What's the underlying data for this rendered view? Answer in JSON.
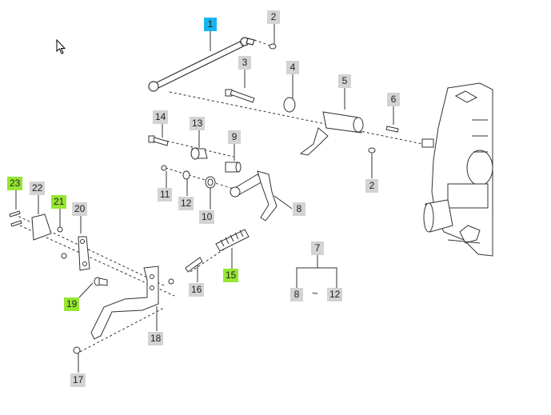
{
  "diagram": {
    "callouts": [
      {
        "id": "c1",
        "label": "1",
        "style": "blue"
      },
      {
        "id": "c2a",
        "label": "2",
        "style": "gray"
      },
      {
        "id": "c3",
        "label": "3",
        "style": "gray"
      },
      {
        "id": "c4",
        "label": "4",
        "style": "gray"
      },
      {
        "id": "c5",
        "label": "5",
        "style": "gray"
      },
      {
        "id": "c6",
        "label": "6",
        "style": "gray"
      },
      {
        "id": "c14",
        "label": "14",
        "style": "gray"
      },
      {
        "id": "c13",
        "label": "13",
        "style": "gray"
      },
      {
        "id": "c9",
        "label": "9",
        "style": "gray"
      },
      {
        "id": "c2b",
        "label": "2",
        "style": "gray"
      },
      {
        "id": "c11",
        "label": "11",
        "style": "gray"
      },
      {
        "id": "c12",
        "label": "12",
        "style": "gray"
      },
      {
        "id": "c10",
        "label": "10",
        "style": "gray"
      },
      {
        "id": "c8",
        "label": "8",
        "style": "gray"
      },
      {
        "id": "c23",
        "label": "23",
        "style": "green"
      },
      {
        "id": "c22",
        "label": "22",
        "style": "gray"
      },
      {
        "id": "c21",
        "label": "21",
        "style": "green"
      },
      {
        "id": "c20",
        "label": "20",
        "style": "gray"
      },
      {
        "id": "c15",
        "label": "15",
        "style": "green"
      },
      {
        "id": "c16",
        "label": "16",
        "style": "gray"
      },
      {
        "id": "c19",
        "label": "19",
        "style": "green"
      },
      {
        "id": "c18",
        "label": "18",
        "style": "gray"
      },
      {
        "id": "c17",
        "label": "17",
        "style": "gray"
      },
      {
        "id": "c7",
        "label": "7",
        "style": "gray"
      },
      {
        "id": "c8b",
        "label": "8",
        "style": "gray"
      },
      {
        "id": "c12b",
        "label": "12",
        "style": "gray"
      }
    ],
    "range_separator": "~",
    "colors": {
      "highlight_blue": "#18b4f0",
      "highlight_green": "#96e632",
      "label_gray": "#d3d3d3",
      "line": "#333333"
    }
  }
}
